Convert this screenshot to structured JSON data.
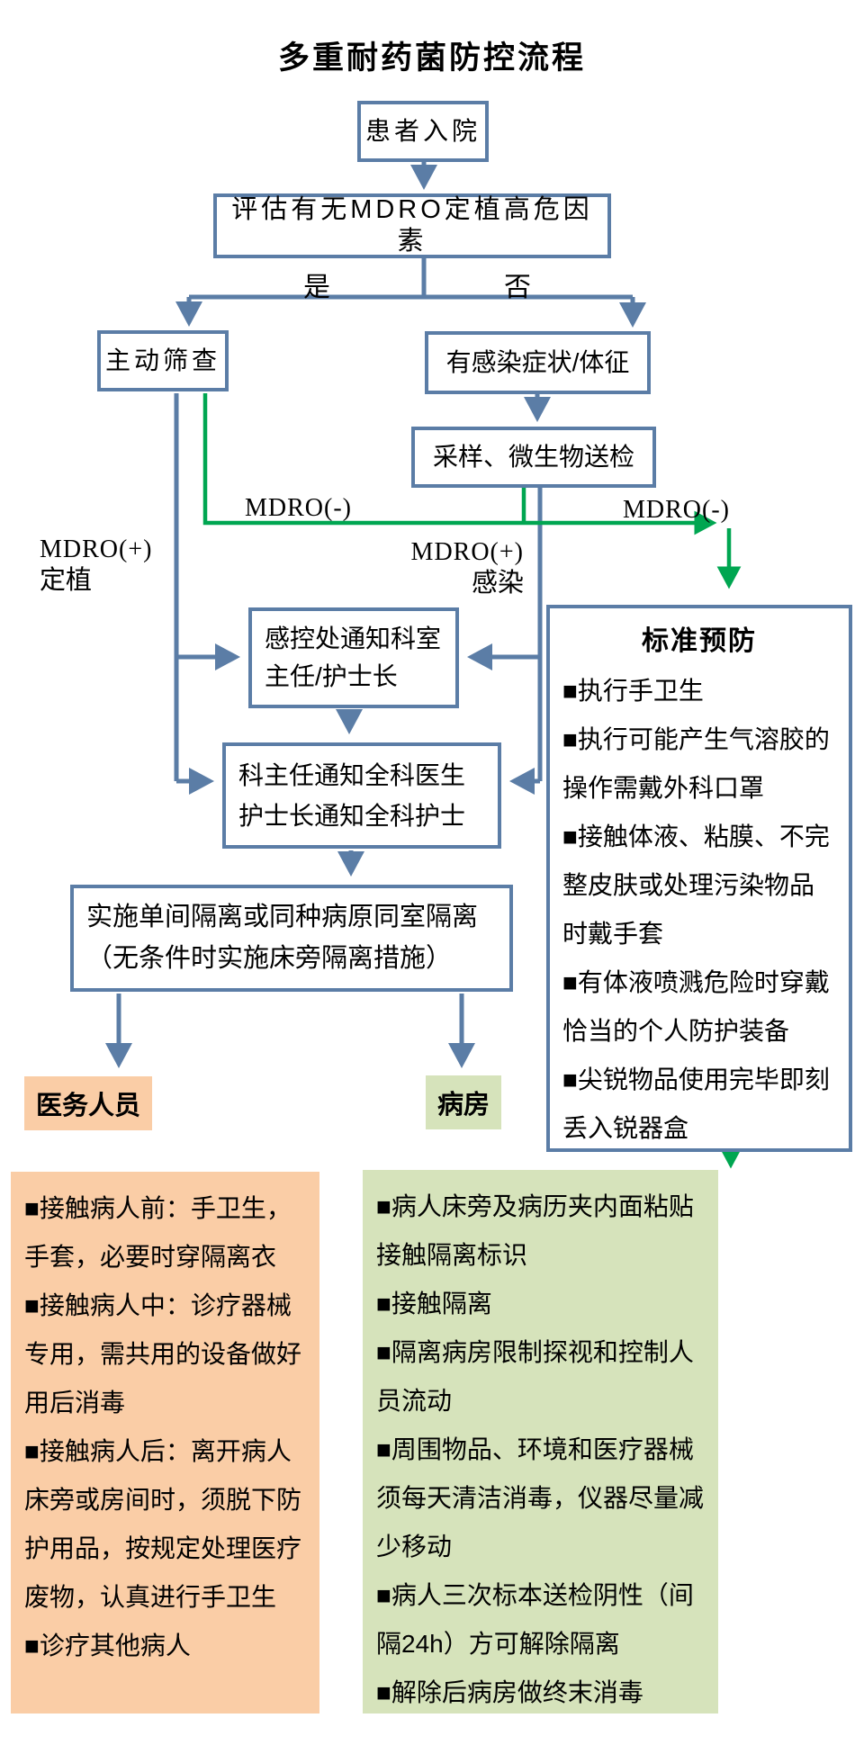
{
  "title": "多重耐药菌防控流程",
  "flow": {
    "admission": "患者入院",
    "assess": "评估有无MDRO定植高危因素",
    "yes_label": "是",
    "no_label": "否",
    "screening": "主动筛查",
    "symptoms": "有感染症状/体征",
    "sampling": "采样、微生物送检",
    "mdro_negative_left": "MDRO(-)",
    "mdro_negative_right": "MDRO(-)",
    "mdro_positive_colonized_line1": "MDRO(+)",
    "mdro_positive_colonized_line2": "定植",
    "mdro_positive_infected_line1": "MDRO(+)",
    "mdro_positive_infected_line2": "感染",
    "notify_dept_line1": "感控处通知科室",
    "notify_dept_line2": "主任/护士长",
    "notify_all_line1": "科主任通知全科医生",
    "notify_all_line2": "护士长通知全科护士",
    "isolation_line1": "实施单间隔离或同种病原同室隔离",
    "isolation_line2": "（无条件时实施床旁隔离措施）",
    "staff_label": "医务人员",
    "ward_label": "病房"
  },
  "standard_precautions": {
    "title": "标准预防",
    "items": [
      "■执行手卫生",
      "■执行可能产生气溶胶的操作需戴外科口罩",
      "■接触体液、粘膜、不完整皮肤或处理污染物品时戴手套",
      "■有体液喷溅危险时穿戴恰当的个人防护装备",
      "■尖锐物品使用完毕即刻丢入锐器盒"
    ]
  },
  "staff_panel": {
    "items": [
      "■接触病人前：手卫生，手套，必要时穿隔离衣",
      "■接触病人中：诊疗器械专用，需共用的设备做好用后消毒",
      "■接触病人后：离开病人床旁或房间时，须脱下防护用品，按规定处理医疗废物，认真进行手卫生",
      "■诊疗其他病人"
    ]
  },
  "ward_panel": {
    "items": [
      "■病人床旁及病历夹内面粘贴接触隔离标识",
      "■接触隔离",
      "■隔离病房限制探视和控制人员流动",
      "■周围物品、环境和医疗器械须每天清洁消毒，仪器尽量减少移动",
      "■病人三次标本送检阴性（间隔24h）方可解除隔离",
      "■解除后病房做终末消毒"
    ]
  },
  "colors": {
    "connector_blue": "#5b7da6",
    "connector_green": "#00a651",
    "staff_panel_fill": "#facda6",
    "ward_panel_fill": "#d6e3bb",
    "box_border": "#5b7da6",
    "text": "#000000",
    "background": "#ffffff"
  }
}
